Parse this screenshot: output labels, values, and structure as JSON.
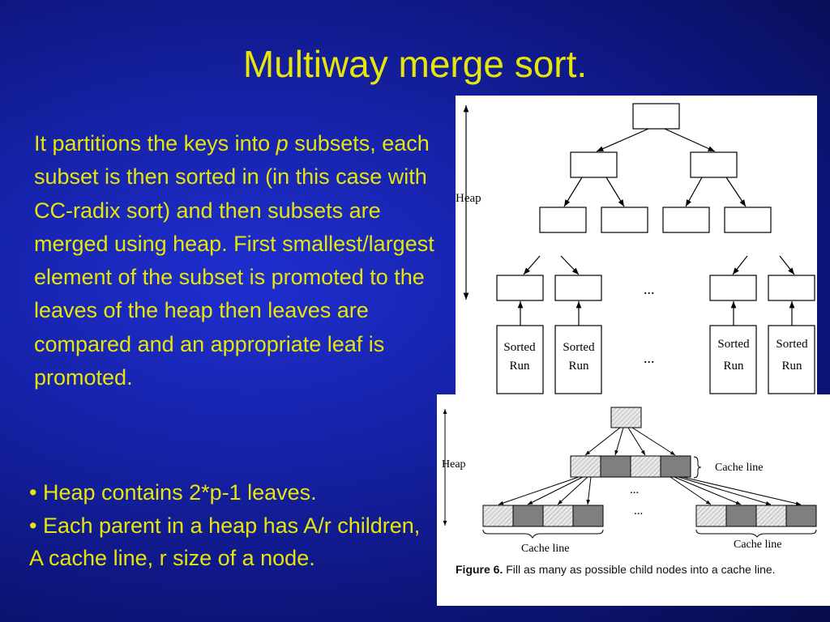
{
  "slide": {
    "title": "Multiway merge sort.",
    "paragraph": {
      "before": "It partitions the keys into ",
      "var": "p",
      "after": " subsets, each subset is then sorted in (in this case with CC-radix sort) and then subsets are merged using heap. First smallest/largest element of the subset is promoted to the leaves of the heap then leaves are compared and an appropriate leaf is promoted."
    },
    "bullets": [
      "• Heap contains 2*p-1 leaves.",
      "• Each parent in a heap has A/r children, A cache line, r size of a node."
    ]
  },
  "heap_figure": {
    "heap_label": "Heap",
    "ellipsis": "...",
    "run_word1": "Sorted",
    "run_word2": "Run"
  },
  "cache_figure": {
    "heap_label": "Heap",
    "cache_line_label": "Cache line",
    "ellipsis": "...",
    "caption_bold": "Figure 6.",
    "caption_text": " Fill as many as possible child nodes into a cache line."
  },
  "colors": {
    "text_yellow": "#e6e60a",
    "background": "#1622a8",
    "fill_gray": "#7f7f7f"
  }
}
